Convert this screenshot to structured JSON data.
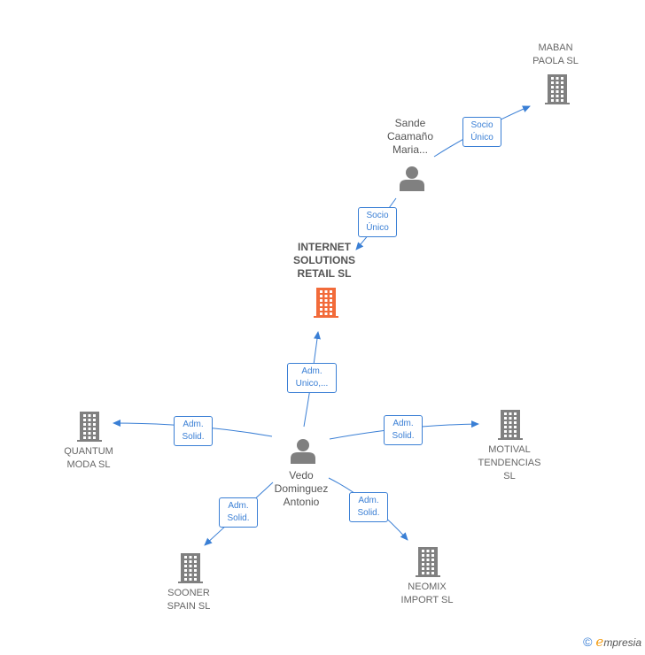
{
  "colors": {
    "edge": "#3a7fd5",
    "company": "#808080",
    "main_company": "#f26b3a",
    "person": "#808080"
  },
  "nodes": {
    "maban": {
      "type": "company",
      "lines": [
        "MABAN",
        "PAOLA SL"
      ]
    },
    "sande": {
      "type": "person",
      "lines": [
        "Sande",
        "Caamaño",
        "Maria..."
      ]
    },
    "internet": {
      "type": "main_company",
      "lines": [
        "INTERNET",
        "SOLUTIONS",
        "RETAIL SL"
      ]
    },
    "quantum": {
      "type": "company",
      "lines": [
        "QUANTUM",
        "MODA SL"
      ]
    },
    "motival": {
      "type": "company",
      "lines": [
        "MOTIVAL",
        "TENDENCIAS",
        "SL"
      ]
    },
    "vedo": {
      "type": "person",
      "lines": [
        "Vedo",
        "Dominguez",
        "Antonio"
      ]
    },
    "sooner": {
      "type": "company",
      "lines": [
        "SOONER",
        "SPAIN SL"
      ]
    },
    "neomix": {
      "type": "company",
      "lines": [
        "NEOMIX",
        "IMPORT SL"
      ]
    }
  },
  "edges": {
    "sande_maban": {
      "lines": [
        "Socio",
        "Único"
      ]
    },
    "sande_internet": {
      "lines": [
        "Socio",
        "Único"
      ]
    },
    "vedo_internet": {
      "lines": [
        "Adm.",
        "Unico,..."
      ]
    },
    "vedo_quantum": {
      "lines": [
        "Adm.",
        "Solid."
      ]
    },
    "vedo_motival": {
      "lines": [
        "Adm.",
        "Solid."
      ]
    },
    "vedo_sooner": {
      "lines": [
        "Adm.",
        "Solid."
      ]
    },
    "vedo_neomix": {
      "lines": [
        "Adm.",
        "Solid."
      ]
    }
  },
  "branding": {
    "copyright_symbol": "©",
    "name_initial": "e",
    "name_rest": "mpresia"
  }
}
